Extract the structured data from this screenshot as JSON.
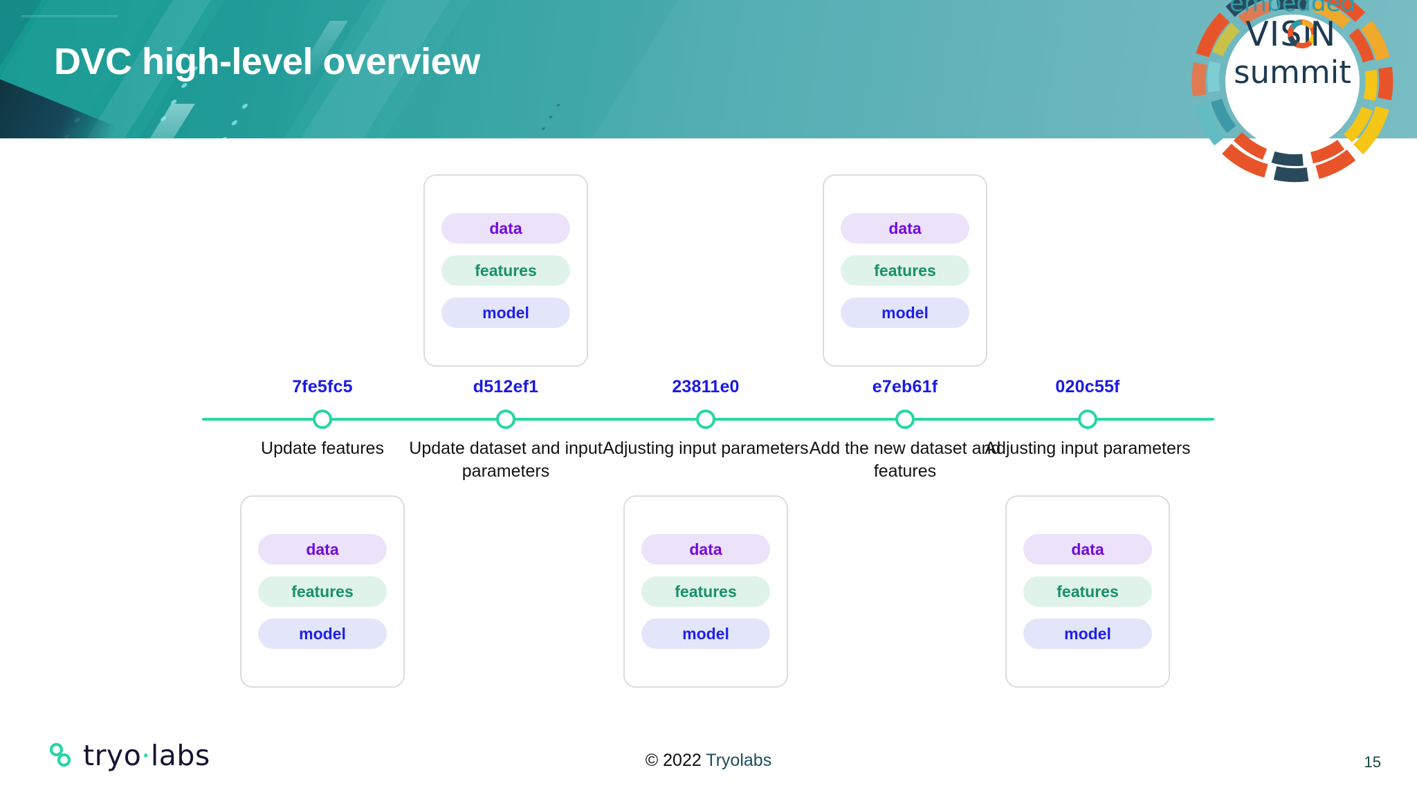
{
  "header": {
    "title": "DVC high-level overview",
    "logo": {
      "line1": "embedded",
      "line2": "VISION",
      "line3": "summit",
      "name": "embedded-vision-summit-logo"
    },
    "colors": {
      "bg_left": "#12978f",
      "bg_right": "#79bcc4",
      "title_color": "#ffffff"
    }
  },
  "timeline": {
    "accent_color": "#26d6a4",
    "hash_color": "#1a19e6",
    "nodes": [
      {
        "hash": "7fe5fc5",
        "description": "Update features",
        "card_position": "bottom"
      },
      {
        "hash": "d512ef1",
        "description": "Update dataset and input parameters",
        "card_position": "top"
      },
      {
        "hash": "23811e0",
        "description": "Adjusting input parameters",
        "card_position": "bottom"
      },
      {
        "hash": "e7eb61f",
        "description": "Add the new dataset and features",
        "card_position": "top"
      },
      {
        "hash": "020c55f",
        "description": "Adjusting input parameters",
        "card_position": "bottom"
      }
    ]
  },
  "card": {
    "chips": [
      {
        "label": "data",
        "bg": "#ece2fa",
        "fg": "#7209e0"
      },
      {
        "label": "features",
        "bg": "#dff3ea",
        "fg": "#16906a"
      },
      {
        "label": "model",
        "bg": "#e3e6fb",
        "fg": "#1f1fee"
      }
    ]
  },
  "footer": {
    "logo_word_1": "tryo",
    "logo_dot": "·",
    "logo_word_2": "labs",
    "copyright_year": "© 2022",
    "copyright_brand": "Tryolabs",
    "page_number": "15"
  }
}
